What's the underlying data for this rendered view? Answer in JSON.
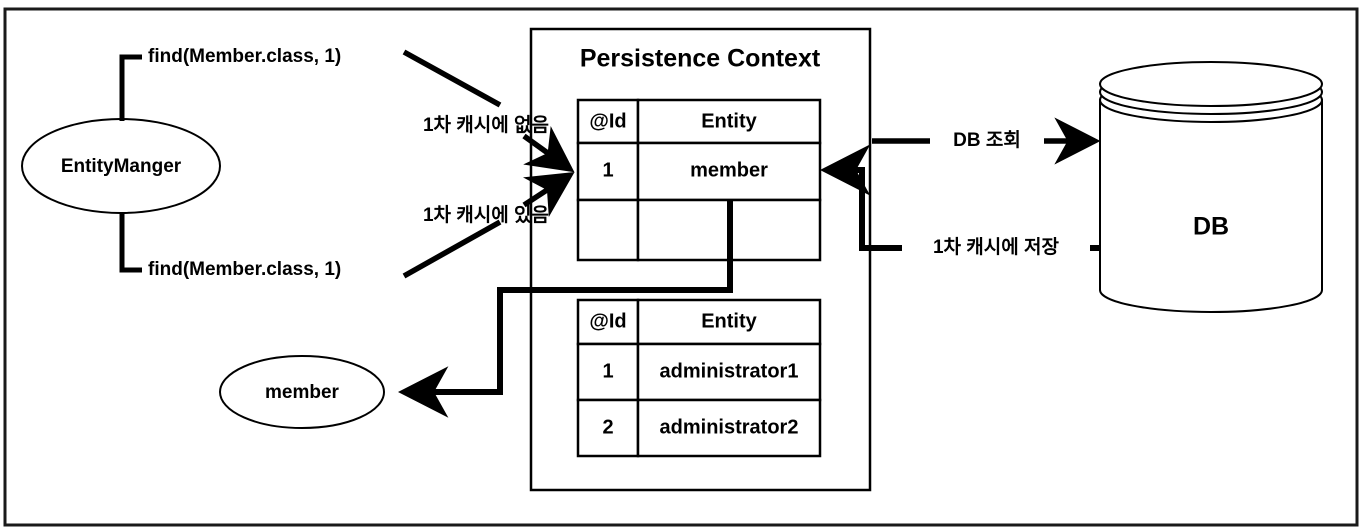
{
  "diagram": {
    "title": "Persistence Context",
    "nodes": {
      "entity_manager": "EntityManger",
      "member_result": "member",
      "db": "DB"
    },
    "calls": {
      "first_call": "find(Member.class, 1)",
      "second_call": "find(Member.class, 1)"
    },
    "edge_labels": {
      "cache_miss": "1차 캐시에 없음",
      "cache_hit": "1차 캐시에 있음",
      "db_query": "DB 조회",
      "store_in_cache": "1차 캐시에 저장"
    },
    "cache_table": {
      "headers": [
        "@Id",
        "Entity"
      ],
      "rows": [
        [
          "1",
          "member"
        ],
        [
          "",
          ""
        ]
      ]
    },
    "db_table": {
      "headers": [
        "@Id",
        "Entity"
      ],
      "rows": [
        [
          "1",
          "administrator1"
        ],
        [
          "2",
          "administrator2"
        ]
      ]
    },
    "colors": {
      "stroke": "#000000",
      "background": "#ffffff",
      "frame": "#1a1a1a"
    }
  }
}
